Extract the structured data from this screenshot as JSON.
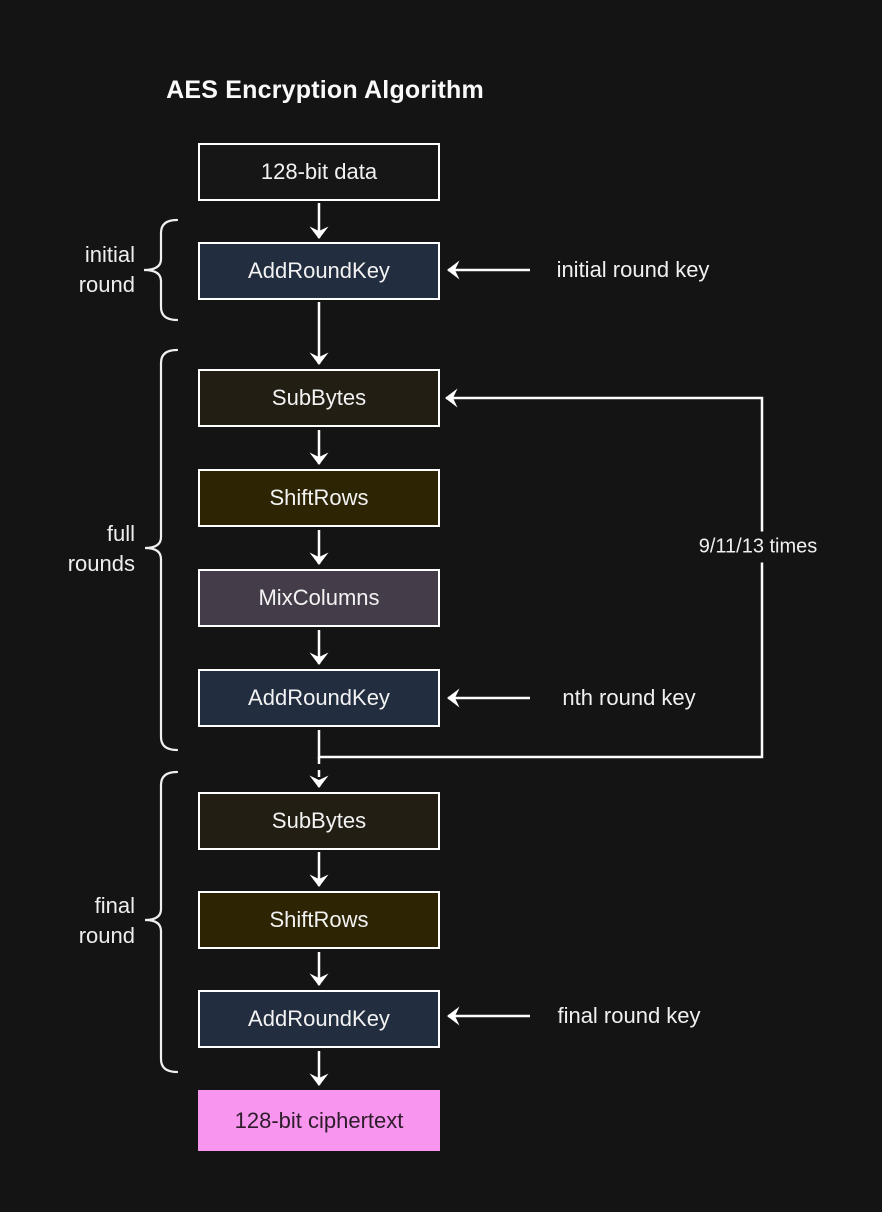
{
  "title": "AES Encryption Algorithm",
  "diagram": {
    "nodes": {
      "data_in": {
        "label": "128-bit data"
      },
      "addroundkey_initial": {
        "label": "AddRoundKey"
      },
      "subbytes_full": {
        "label": "SubBytes"
      },
      "shiftrows_full": {
        "label": "ShiftRows"
      },
      "mixcolumns": {
        "label": "MixColumns"
      },
      "addroundkey_full": {
        "label": "AddRoundKey"
      },
      "subbytes_final": {
        "label": "SubBytes"
      },
      "shiftrows_final": {
        "label": "ShiftRows"
      },
      "addroundkey_final": {
        "label": "AddRoundKey"
      },
      "ciphertext": {
        "label": "128-bit ciphertext"
      }
    },
    "group_labels": {
      "initial": {
        "line1": "initial",
        "line2": "round"
      },
      "full": {
        "line1": "full",
        "line2": "rounds"
      },
      "final": {
        "line1": "final",
        "line2": "round"
      }
    },
    "annotations": {
      "initial_key": "initial round key",
      "nth_key": "nth round key",
      "final_key": "final round key",
      "loop_count": "9/11/13 times"
    },
    "colors": {
      "background": "#141414",
      "box_border": "#ffffff",
      "wire": "#fcfcfc",
      "text": "#f2f2f2",
      "data_fill": "#161616",
      "addroundkey_fill": "#222d40",
      "subbytes_fill": "#231e14",
      "shiftrows_fill": "#2d2404",
      "mixcolumns_fill": "#453c4a",
      "ciphertext_fill": "#f895ef",
      "ciphertext_text": "#2d1d2b"
    }
  }
}
